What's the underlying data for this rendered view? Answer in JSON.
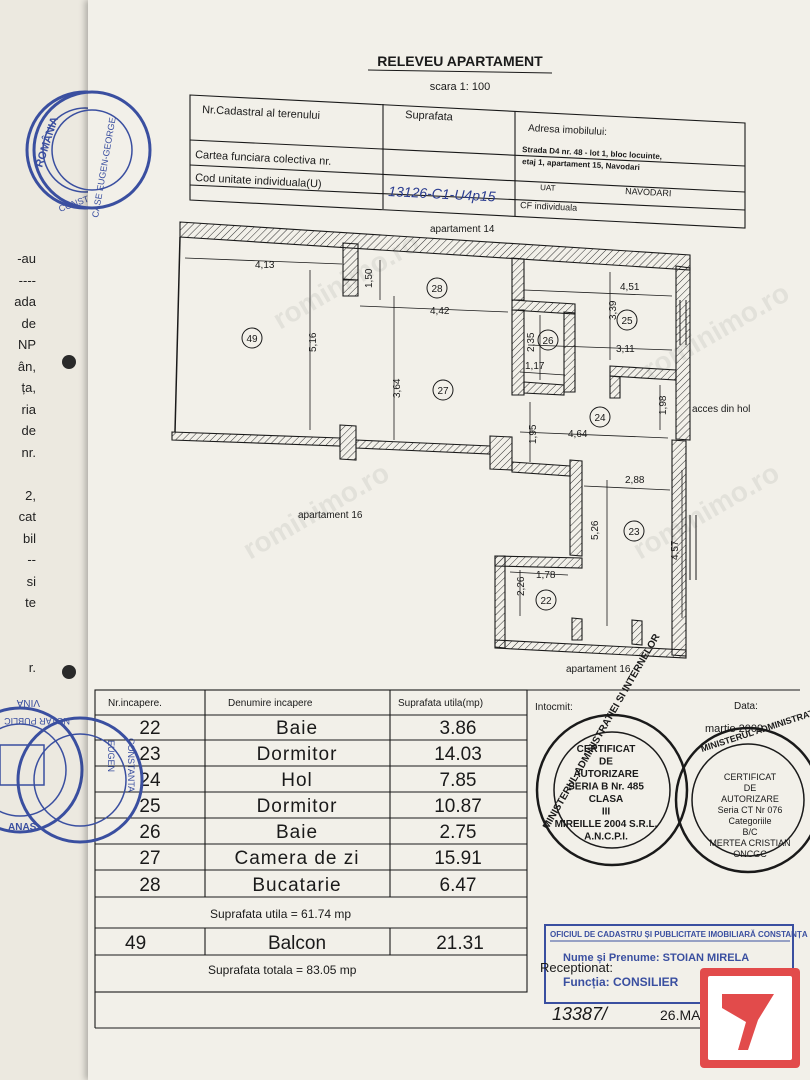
{
  "back_sheet": {
    "fragments": [
      "-au",
      "----",
      "ada",
      "de",
      "NP",
      "ân,",
      "ța,",
      "ria",
      "de",
      "nr.",
      "",
      "2,",
      "cat",
      "bil",
      "--",
      "si",
      "te",
      "",
      "",
      "r."
    ]
  },
  "header": {
    "title": "RELEVEU APARTAMENT",
    "scale": "scara 1: 100"
  },
  "info_table": {
    "cadastral_label": "Nr.Cadastral al terenului",
    "area_label": "Suprafata",
    "address_label": "Adresa imobilului:",
    "address_line1": "Strada D4 nr. 48 - lot 1, bloc locuinte,",
    "address_line2": "etaj 1, apartament 15, Navodari",
    "land_book_label": "Cartea funciara colectiva nr.",
    "unit_code_label": "Cod unitate individuala(U)",
    "unit_code_value": "13126-C1-U4p15",
    "uat_label": "UAT",
    "uat_value": "NAVODARI",
    "cf_label": "CF individuala"
  },
  "plan": {
    "labels": {
      "top_neighbor": "apartament 14",
      "left_neighbor": "apartament 16",
      "bottom_neighbor": "apartament 16",
      "entrance": "acces din hol"
    },
    "dimensions": [
      "4,13",
      "1,50",
      "4,42",
      "5,16",
      "3,64",
      "2,35",
      "1,17",
      "3,39",
      "4,51",
      "3,11",
      "1,98",
      "1,95",
      "4,64",
      "2,88",
      "5,26",
      "4,57",
      "2,26",
      "1,78"
    ],
    "rooms": [
      "49",
      "28",
      "27",
      "26",
      "25",
      "24",
      "23",
      "22"
    ]
  },
  "rooms_table": {
    "headers": [
      "Nr.incapere.",
      "Denumire incapere",
      "Suprafata utila(mp)"
    ],
    "rows": [
      {
        "nr": "22",
        "name": "Baie",
        "area": "3.86"
      },
      {
        "nr": "23",
        "name": "Dormitor",
        "area": "14.03"
      },
      {
        "nr": "24",
        "name": "Hol",
        "area": "7.85"
      },
      {
        "nr": "25",
        "name": "Dormitor",
        "area": "10.87"
      },
      {
        "nr": "26",
        "name": "Baie",
        "area": "2.75"
      },
      {
        "nr": "27",
        "name": "Camera de zi",
        "area": "15.91"
      },
      {
        "nr": "28",
        "name": "Bucatarie",
        "area": "6.47"
      }
    ],
    "useful_total": "Suprafata utila = 61.74 mp",
    "balcony": {
      "nr": "49",
      "name": "Balcon",
      "area": "21.31"
    },
    "grand_total": "Suprafata totala = 83.05 mp"
  },
  "signature_block": {
    "prepared_label": "Intocmit:",
    "date_label": "Data:",
    "date_value": "martie 2009",
    "received_label": "Receptionat:",
    "name_label": "Nume și Prenume: STOIAN MIRELA",
    "function_label": "Funcția: CONSILIER",
    "registry_number": "13387/",
    "registry_date": "26.MA"
  },
  "stamps": {
    "cert_left_outer": "MINISTERUL ADMINISTRATIEI SI INTERNELOR",
    "cert_left_lines": [
      "CERTIFICAT",
      "DE",
      "AUTORIZARE",
      "SERIA B Nr. 485",
      "CLASA",
      "III",
      "MIREILLE 2004 S.R.L.",
      "A.N.C.P.I."
    ],
    "cert_right_outer": "MINISTERUL ADMINISTRATIEI",
    "cert_right_lines": [
      "CERTIFICAT",
      "DE",
      "AUTORIZARE",
      "Seria CT Nr 076",
      "Categoriile",
      "B/C",
      "MERTEA CRISTIAN",
      "ONCGC"
    ],
    "office_stamp": "OFICIUL DE CADASTRU ȘI PUBLICITATE IMOBILIARĂ CONSTANȚA",
    "notary_top": "ROMÂNIA",
    "notary_name": "CASE EUGEN-GEORGE",
    "notary_city": "CONSTANȚA - ROMÂNIA",
    "notary_side": "NOTAR PUBLIC",
    "anas": "ANAS",
    "constanta": "CONSTANTA",
    "eugen": "EUGEN",
    "vina": "VINA"
  },
  "watermark": "rominimo.ro",
  "colors": {
    "paper": "#f2f0e9",
    "ink": "#1a1a1a",
    "stamp_blue": "#3a4fa0",
    "logo_red": "#e24b4b"
  }
}
